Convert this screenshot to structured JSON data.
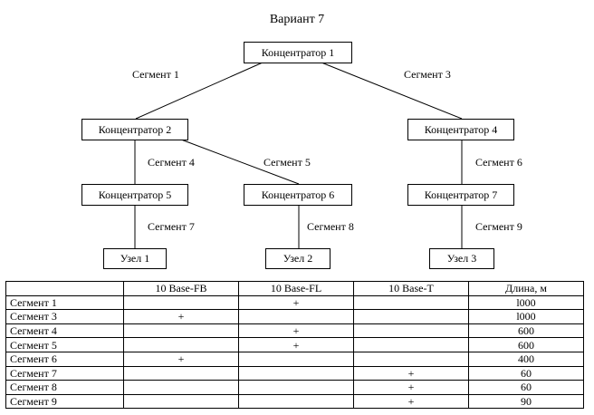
{
  "title": "Вариант 7",
  "nodes": {
    "hub1": "Концентратор 1",
    "hub2": "Концентратор 2",
    "hub4": "Концентратор 4",
    "hub5": "Концентратор 5",
    "hub6": "Концентратор 6",
    "hub7": "Концентратор 7",
    "host1": "Узел 1",
    "host2": "Узел 2",
    "host3": "Узел 3"
  },
  "segments": {
    "s1": "Сегмент 1",
    "s3": "Сегмент 3",
    "s4": "Сегмент 4",
    "s5": "Сегмент 5",
    "s6": "Сегмент 6",
    "s7": "Сегмент 7",
    "s8": "Сегмент 8",
    "s9": "Сегмент 9"
  },
  "table": {
    "headers": [
      "",
      "10 Base-FB",
      "10 Base-FL",
      "10 Base-T",
      "Длина, м"
    ],
    "rows": [
      [
        "Сегмент 1",
        "",
        "+",
        "",
        "l000"
      ],
      [
        "Сегмент 3",
        "+",
        "",
        "",
        "l000"
      ],
      [
        "Сегмент 4",
        "",
        "+",
        "",
        "600"
      ],
      [
        "Сегмент 5",
        "",
        "+",
        "",
        "600"
      ],
      [
        "Сегмент 6",
        "+",
        "",
        "",
        "400"
      ],
      [
        "Сегмент 7",
        "",
        "",
        "+",
        "60"
      ],
      [
        "Сегмент 8",
        "",
        "",
        "+",
        "60"
      ],
      [
        "Сегмент 9",
        "",
        "",
        "+",
        "90"
      ]
    ]
  }
}
